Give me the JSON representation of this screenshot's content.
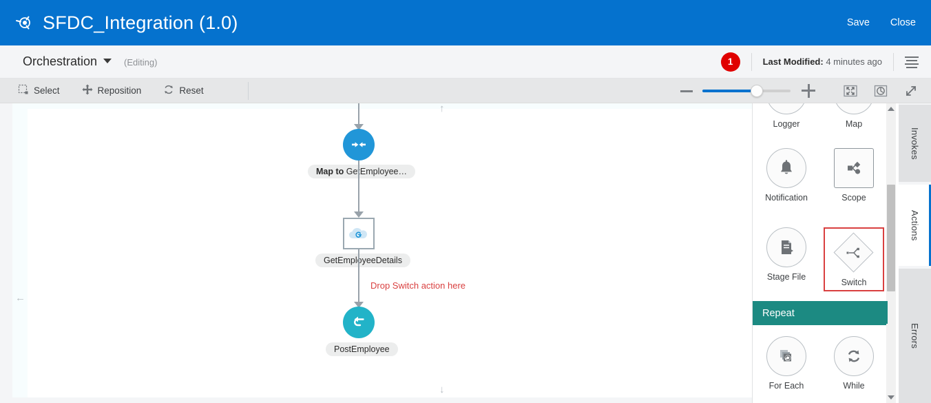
{
  "header": {
    "title": "SFDC_Integration (1.0)",
    "brand_icon": "integration-logo-icon",
    "save_label": "Save",
    "close_label": "Close"
  },
  "subheader": {
    "mode_label": "Orchestration",
    "mode_caret": "chevron-down-icon",
    "state_label": "(Editing)",
    "error_count": "1",
    "last_modified_label": "Last Modified:",
    "last_modified_value": "4 minutes ago",
    "menu_icon": "hamburger-menu-icon"
  },
  "toolbar": {
    "items": [
      {
        "label": "Select",
        "icon": "marquee-select-icon"
      },
      {
        "label": "Reposition",
        "icon": "move-cross-icon"
      },
      {
        "label": "Reset",
        "icon": "reset-refresh-icon"
      }
    ],
    "zoom": {
      "minus_icon": "zoom-out-icon",
      "plus_icon": "zoom-in-icon",
      "slider_value": "55",
      "fit_icon": "fit-to-screen-icon",
      "reset_zoom_icon": "reset-zoom-icon",
      "expand_icon": "expand-diagonal-icon"
    }
  },
  "canvas": {
    "edge_arrows": {
      "left": "←",
      "up": "↑",
      "down": "↓"
    },
    "nodes": [
      {
        "id": "map-to-getemployee",
        "type": "map",
        "icon": "map-arrows-icon",
        "label_bold": "Map to ",
        "label_rest": "GetEmployee…",
        "color": "#2196d8"
      },
      {
        "id": "getemployeedetails",
        "type": "invoke",
        "icon": "salesforce-cloud-icon",
        "label": "GetEmployeeDetails"
      },
      {
        "id": "postemployee",
        "type": "return",
        "icon": "return-arrow-icon",
        "label": "PostEmployee",
        "color": "#22b3c8"
      }
    ],
    "drop_hint": "Drop Switch action here"
  },
  "palette": {
    "rows": [
      {
        "items": [
          {
            "label": "Logger",
            "icon": "logger-icon",
            "shape": "circle",
            "selected": false,
            "clipped": true
          },
          {
            "label": "Map",
            "icon": "map-icon",
            "shape": "circle",
            "selected": false,
            "clipped": true
          }
        ]
      },
      {
        "items": [
          {
            "label": "Notification",
            "icon": "bell-icon",
            "shape": "circle",
            "selected": false
          },
          {
            "label": "Scope",
            "icon": "scope-graph-icon",
            "shape": "square",
            "selected": false
          }
        ]
      },
      {
        "items": [
          {
            "label": "Stage File",
            "icon": "stage-file-icon",
            "shape": "circle",
            "selected": false
          },
          {
            "label": "Switch",
            "icon": "switch-branch-icon",
            "shape": "diamond",
            "selected": true
          }
        ]
      }
    ],
    "section_title": "Repeat",
    "repeat_items": [
      {
        "label": "For Each",
        "icon": "for-each-icon",
        "shape": "circle",
        "selected": false
      },
      {
        "label": "While",
        "icon": "while-loop-icon",
        "shape": "circle",
        "selected": false
      }
    ],
    "scroll_up_icon": "scroll-up-arrow-icon",
    "scroll_down_icon": "scroll-down-arrow-icon"
  },
  "side_tabs": [
    {
      "label": "Invokes",
      "active": false
    },
    {
      "label": "Actions",
      "active": true
    },
    {
      "label": "Errors",
      "active": false
    }
  ],
  "colors": {
    "header_blue": "#0572ce",
    "accent_blue": "#0572ce",
    "error_red": "#e00000",
    "drop_hint_red": "#d93f3f",
    "repeat_teal": "#1c8a82",
    "map_node_blue": "#2196d8",
    "return_node_teal": "#22b3c8"
  }
}
